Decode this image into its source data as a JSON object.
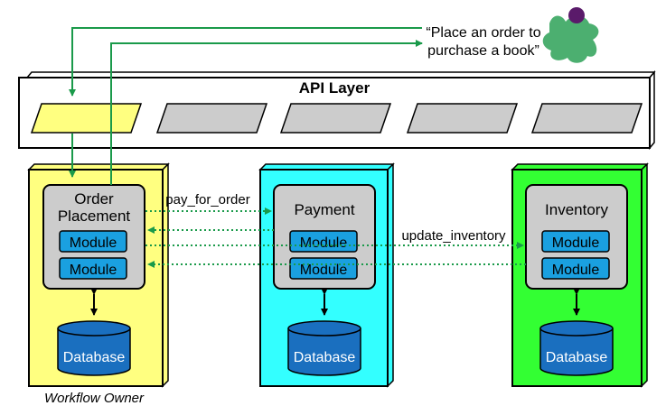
{
  "quote": {
    "line1": "“Place an order to",
    "line2": "purchase a book”"
  },
  "api_layer": {
    "title": "API Layer"
  },
  "services": [
    {
      "name_lines": [
        "Order",
        "Placement"
      ],
      "modules": [
        "Module",
        "Module"
      ],
      "database": "Database",
      "color": "#ffff80"
    },
    {
      "name_lines": [
        "Payment"
      ],
      "modules": [
        "Module",
        "Module"
      ],
      "database": "Database",
      "color": "#33ffff"
    },
    {
      "name_lines": [
        "Inventory"
      ],
      "modules": [
        "Module",
        "Module"
      ],
      "database": "Database",
      "color": "#33ff33"
    }
  ],
  "connections": {
    "pay_for_order": "pay_for_order",
    "update_inventory": "update_inventory"
  },
  "workflow_owner": "Workflow Owner",
  "colors": {
    "arrow_green": "#1a9a4a",
    "module_blue": "#1aa0e0",
    "database_blue": "#1a6fbf",
    "avatar_green": "#4caf70",
    "avatar_head": "#5a1a6a"
  }
}
